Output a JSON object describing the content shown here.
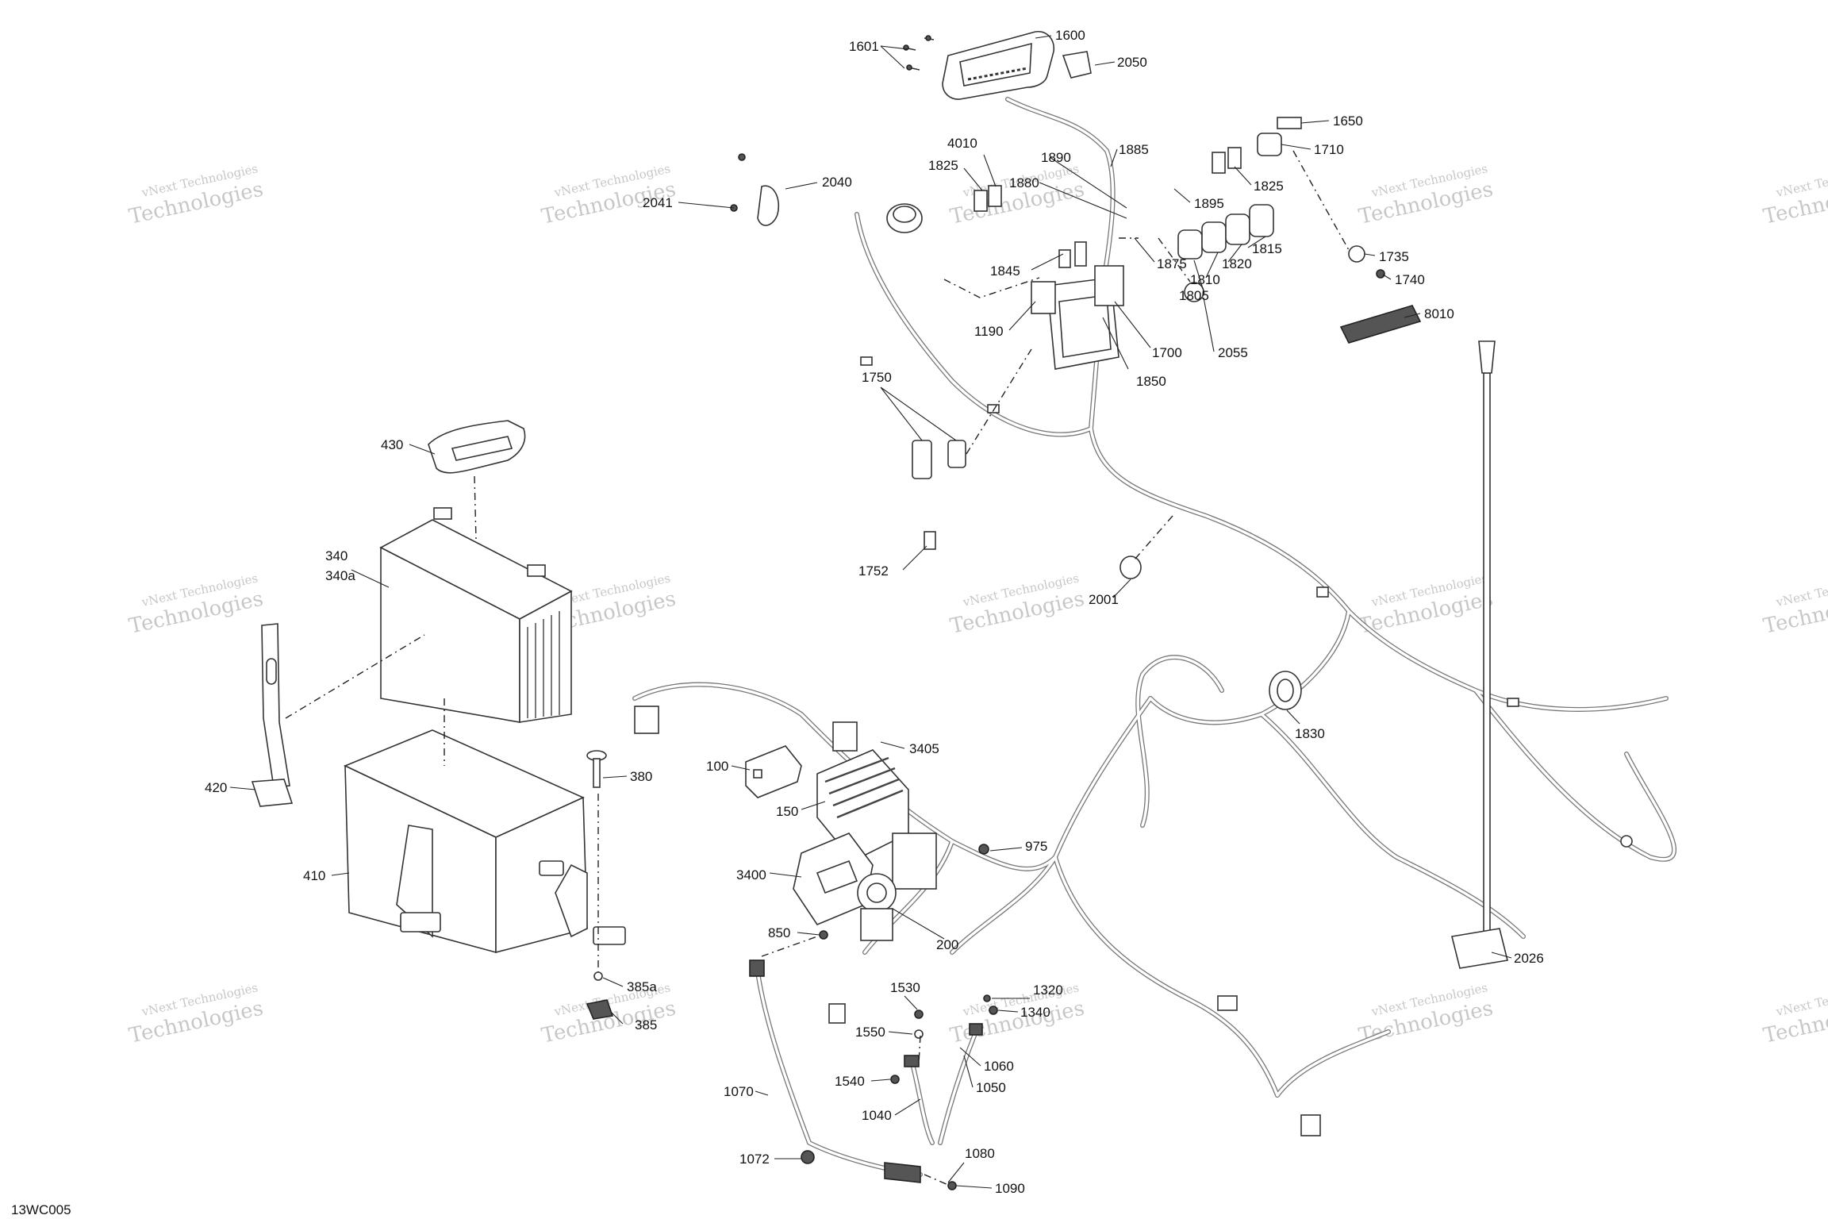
{
  "diagram_code": "13WC005",
  "watermark": {
    "line1": "vNext Technologies",
    "line2": "Technologies"
  },
  "callouts": [
    {
      "id": "1600",
      "label": "1600"
    },
    {
      "id": "1601",
      "label": "1601"
    },
    {
      "id": "2050",
      "label": "2050"
    },
    {
      "id": "1650",
      "label": "1650"
    },
    {
      "id": "1710",
      "label": "1710"
    },
    {
      "id": "1825a",
      "label": "1825"
    },
    {
      "id": "1825b",
      "label": "1825"
    },
    {
      "id": "4010",
      "label": "4010"
    },
    {
      "id": "1890",
      "label": "1890"
    },
    {
      "id": "1885",
      "label": "1885"
    },
    {
      "id": "1880",
      "label": "1880"
    },
    {
      "id": "1895",
      "label": "1895"
    },
    {
      "id": "2040",
      "label": "2040"
    },
    {
      "id": "2041",
      "label": "2041"
    },
    {
      "id": "1815",
      "label": "1815"
    },
    {
      "id": "1820",
      "label": "1820"
    },
    {
      "id": "1810",
      "label": "1810"
    },
    {
      "id": "1805",
      "label": "1805"
    },
    {
      "id": "1875",
      "label": "1875"
    },
    {
      "id": "1735",
      "label": "1735"
    },
    {
      "id": "1740",
      "label": "1740"
    },
    {
      "id": "8010",
      "label": "8010"
    },
    {
      "id": "1845",
      "label": "1845"
    },
    {
      "id": "1190",
      "label": "1190"
    },
    {
      "id": "1700",
      "label": "1700"
    },
    {
      "id": "2055",
      "label": "2055"
    },
    {
      "id": "1850",
      "label": "1850"
    },
    {
      "id": "1750",
      "label": "1750"
    },
    {
      "id": "1752",
      "label": "1752"
    },
    {
      "id": "2001",
      "label": "2001"
    },
    {
      "id": "430",
      "label": "430"
    },
    {
      "id": "340",
      "label": "340"
    },
    {
      "id": "340a",
      "label": "340a"
    },
    {
      "id": "420",
      "label": "420"
    },
    {
      "id": "410",
      "label": "410"
    },
    {
      "id": "380",
      "label": "380"
    },
    {
      "id": "385a",
      "label": "385a"
    },
    {
      "id": "385",
      "label": "385"
    },
    {
      "id": "1830",
      "label": "1830"
    },
    {
      "id": "3405",
      "label": "3405"
    },
    {
      "id": "100",
      "label": "100"
    },
    {
      "id": "150",
      "label": "150"
    },
    {
      "id": "975",
      "label": "975"
    },
    {
      "id": "3400",
      "label": "3400"
    },
    {
      "id": "200",
      "label": "200"
    },
    {
      "id": "850",
      "label": "850"
    },
    {
      "id": "2026",
      "label": "2026"
    },
    {
      "id": "1530",
      "label": "1530"
    },
    {
      "id": "1320",
      "label": "1320"
    },
    {
      "id": "1340",
      "label": "1340"
    },
    {
      "id": "1550",
      "label": "1550"
    },
    {
      "id": "1060",
      "label": "1060"
    },
    {
      "id": "1540",
      "label": "1540"
    },
    {
      "id": "1050",
      "label": "1050"
    },
    {
      "id": "1070",
      "label": "1070"
    },
    {
      "id": "1040",
      "label": "1040"
    },
    {
      "id": "1072",
      "label": "1072"
    },
    {
      "id": "1080",
      "label": "1080"
    },
    {
      "id": "1090",
      "label": "1090"
    }
  ]
}
